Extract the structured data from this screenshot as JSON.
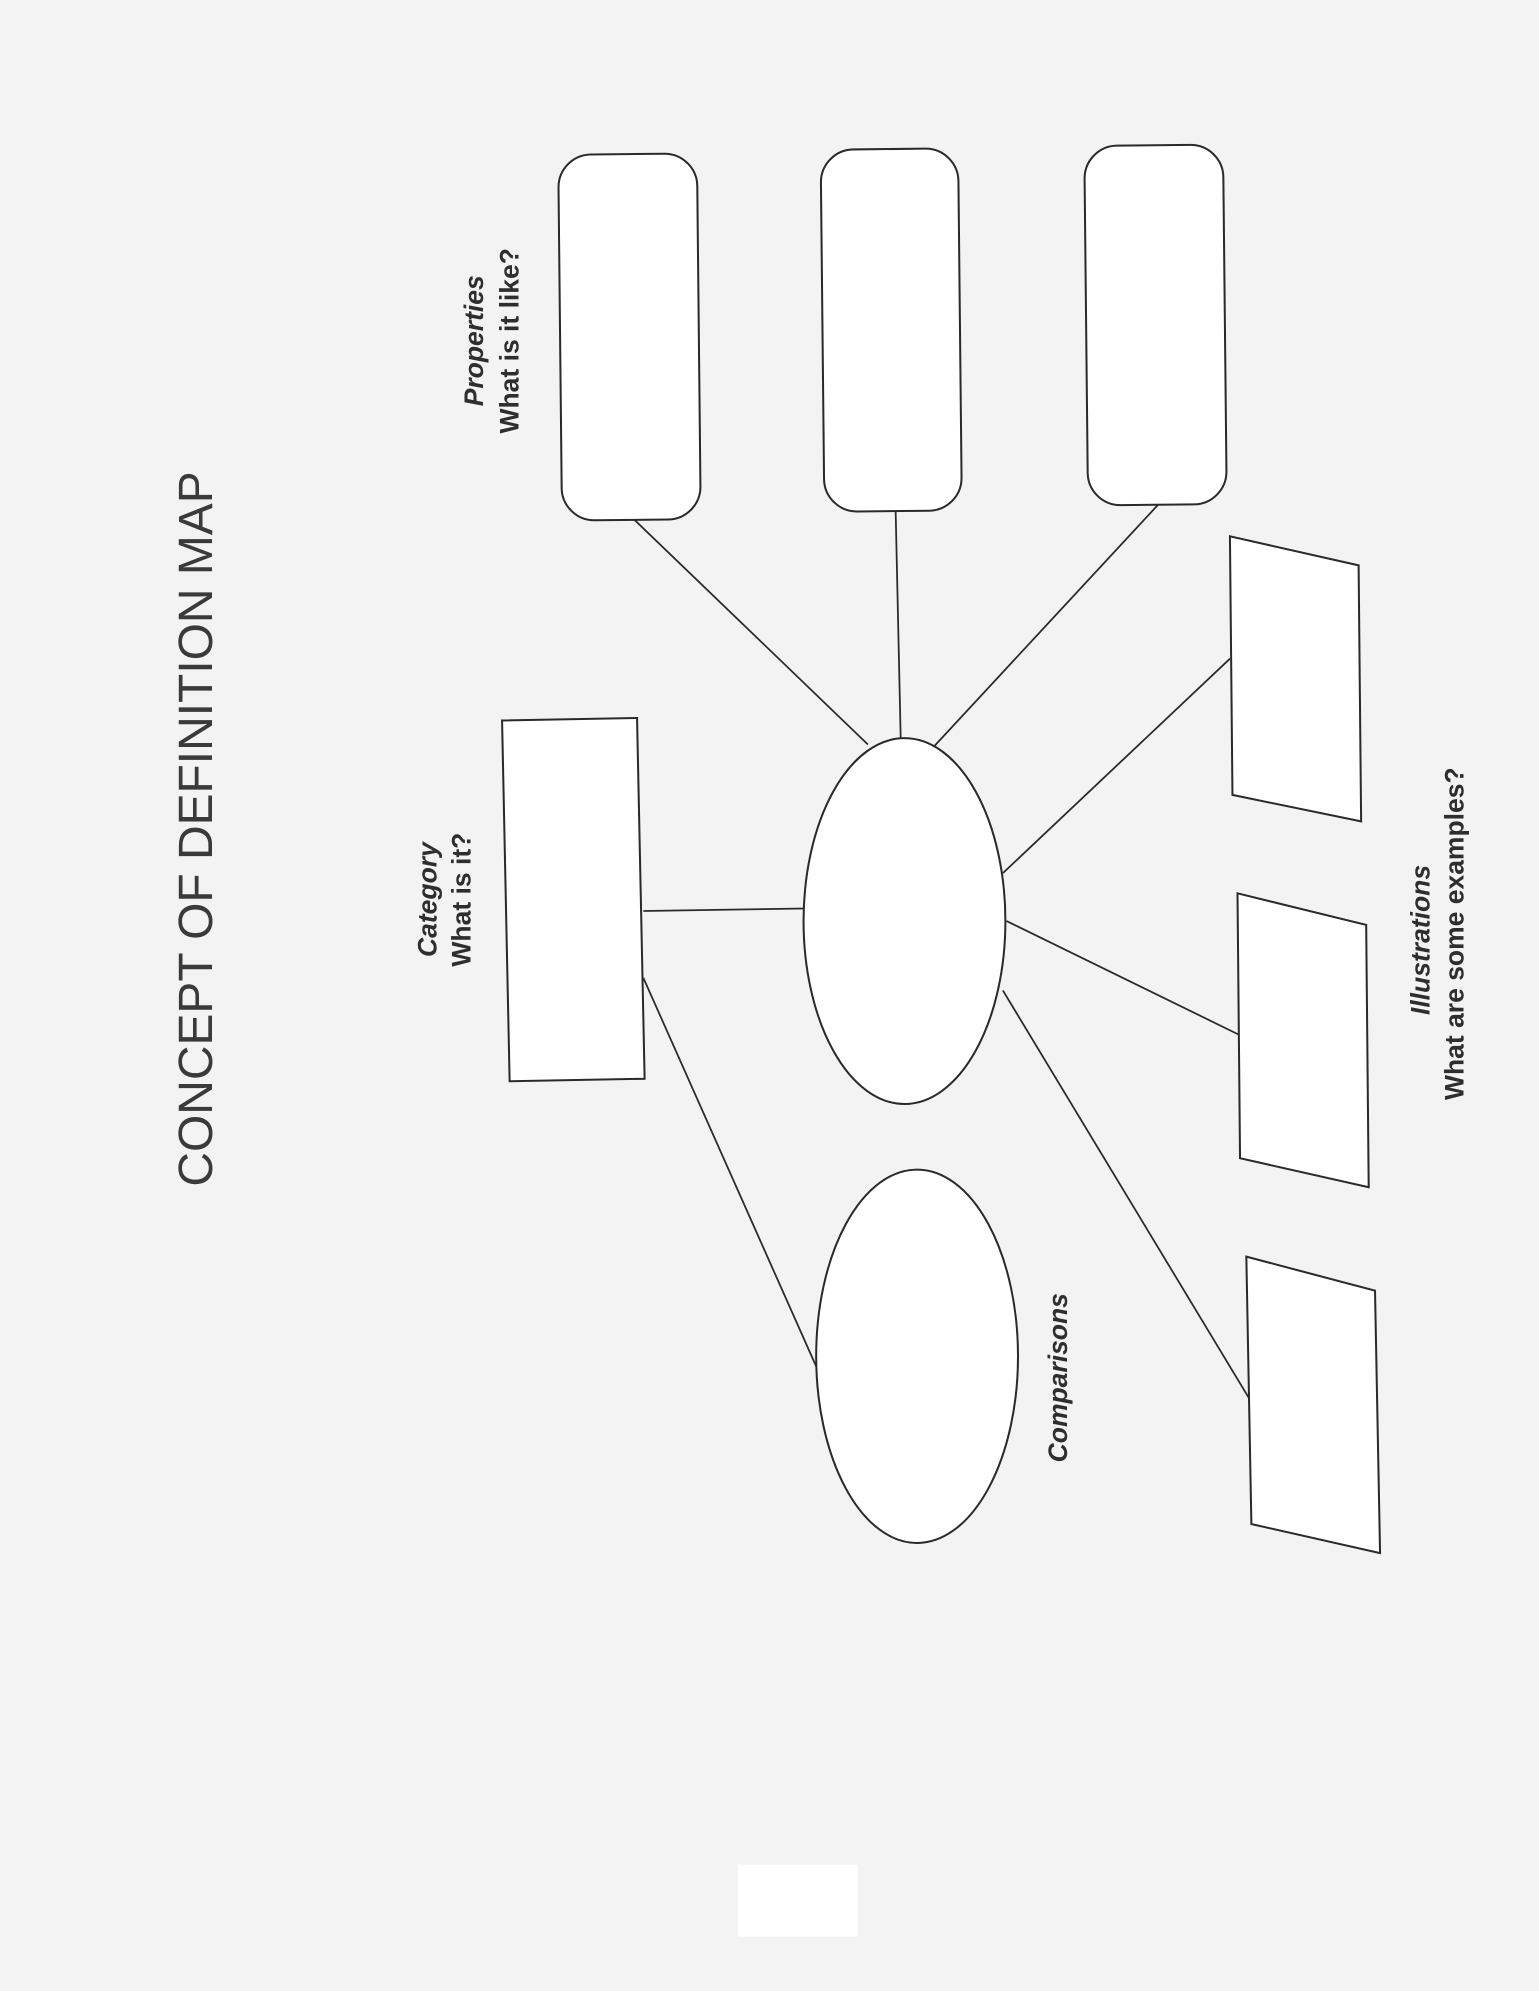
{
  "title": "CONCEPT OF DEFINITION MAP",
  "category": {
    "label": "Category",
    "question": "What is it?"
  },
  "properties": {
    "label": "Properties",
    "question": "What is it like?"
  },
  "comparisons": {
    "label": "Comparisons"
  },
  "illustrations": {
    "label": "Illustrations",
    "question": "What are some examples?"
  },
  "colors": {
    "ink": "#2a2a2a",
    "paper": "#f3f3f3"
  }
}
